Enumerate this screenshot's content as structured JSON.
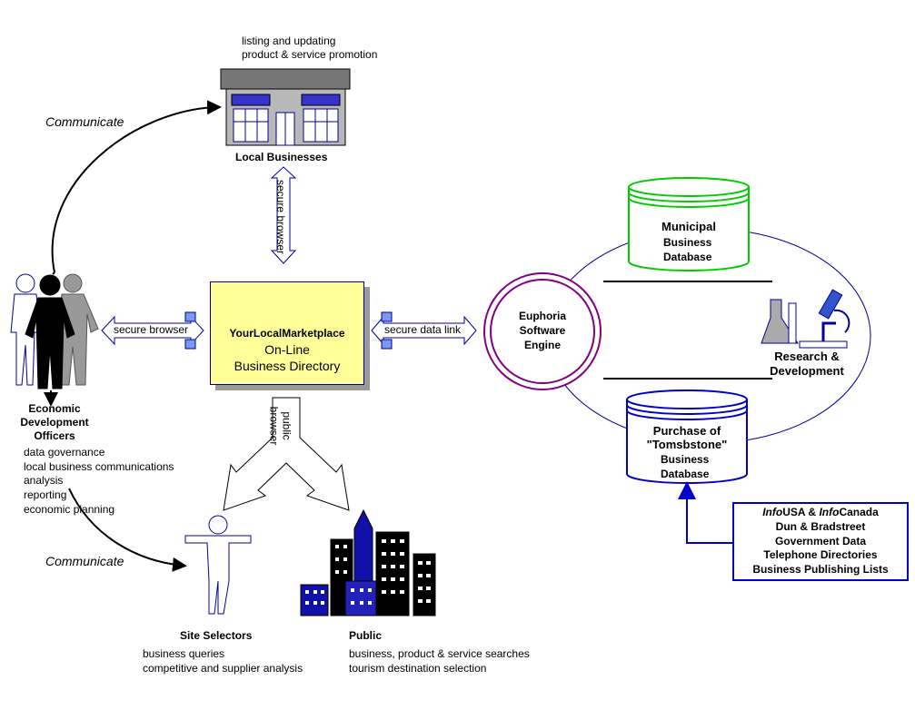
{
  "colors": {
    "blue": "#0000cc",
    "purple": "#800080",
    "green": "#00cc00",
    "yellow": "#ffff99",
    "gray": "#999999"
  },
  "top_note": [
    "listing and updating",
    "product & service promotion"
  ],
  "local_businesses": "Local Businesses",
  "communicate_top": "Communicate",
  "communicate_bottom": "Communicate",
  "secure_browser_vertical": "secure browser",
  "secure_browser_left": "secure browser",
  "secure_data_link": "secure data link",
  "public_browser": [
    "public",
    "browser"
  ],
  "directory": {
    "name": "YourLocalMarketplace",
    "line2": "On-Line",
    "line3": "Business Directory"
  },
  "officers": {
    "title": [
      "Economic",
      "Development",
      "Officers"
    ],
    "duties": [
      "data governance",
      "local business communications",
      "analysis",
      "reporting",
      "economic planning"
    ]
  },
  "engine": [
    "Euphoria",
    "Software",
    "Engine"
  ],
  "municipal_db": [
    "Municipal",
    "Business",
    "Database"
  ],
  "tombstone_db": [
    "Purchase of",
    "\"Tomsbstone\"",
    "Business",
    "Database"
  ],
  "research": [
    "Research &",
    "Development"
  ],
  "sources": {
    "line1_italic_a": "Info",
    "line1_a": "USA & ",
    "line1_italic_b": "Info",
    "line1_b": "Canada",
    "others": [
      "Dun & Bradstreet",
      "Government Data",
      "Telephone Directories",
      "Business Publishing Lists"
    ]
  },
  "site_selectors": {
    "title": "Site Selectors",
    "items": [
      "business queries",
      "competitive and supplier analysis"
    ]
  },
  "public": {
    "title": "Public",
    "items": [
      "business, product & service searches",
      "tourism destination selection"
    ]
  }
}
